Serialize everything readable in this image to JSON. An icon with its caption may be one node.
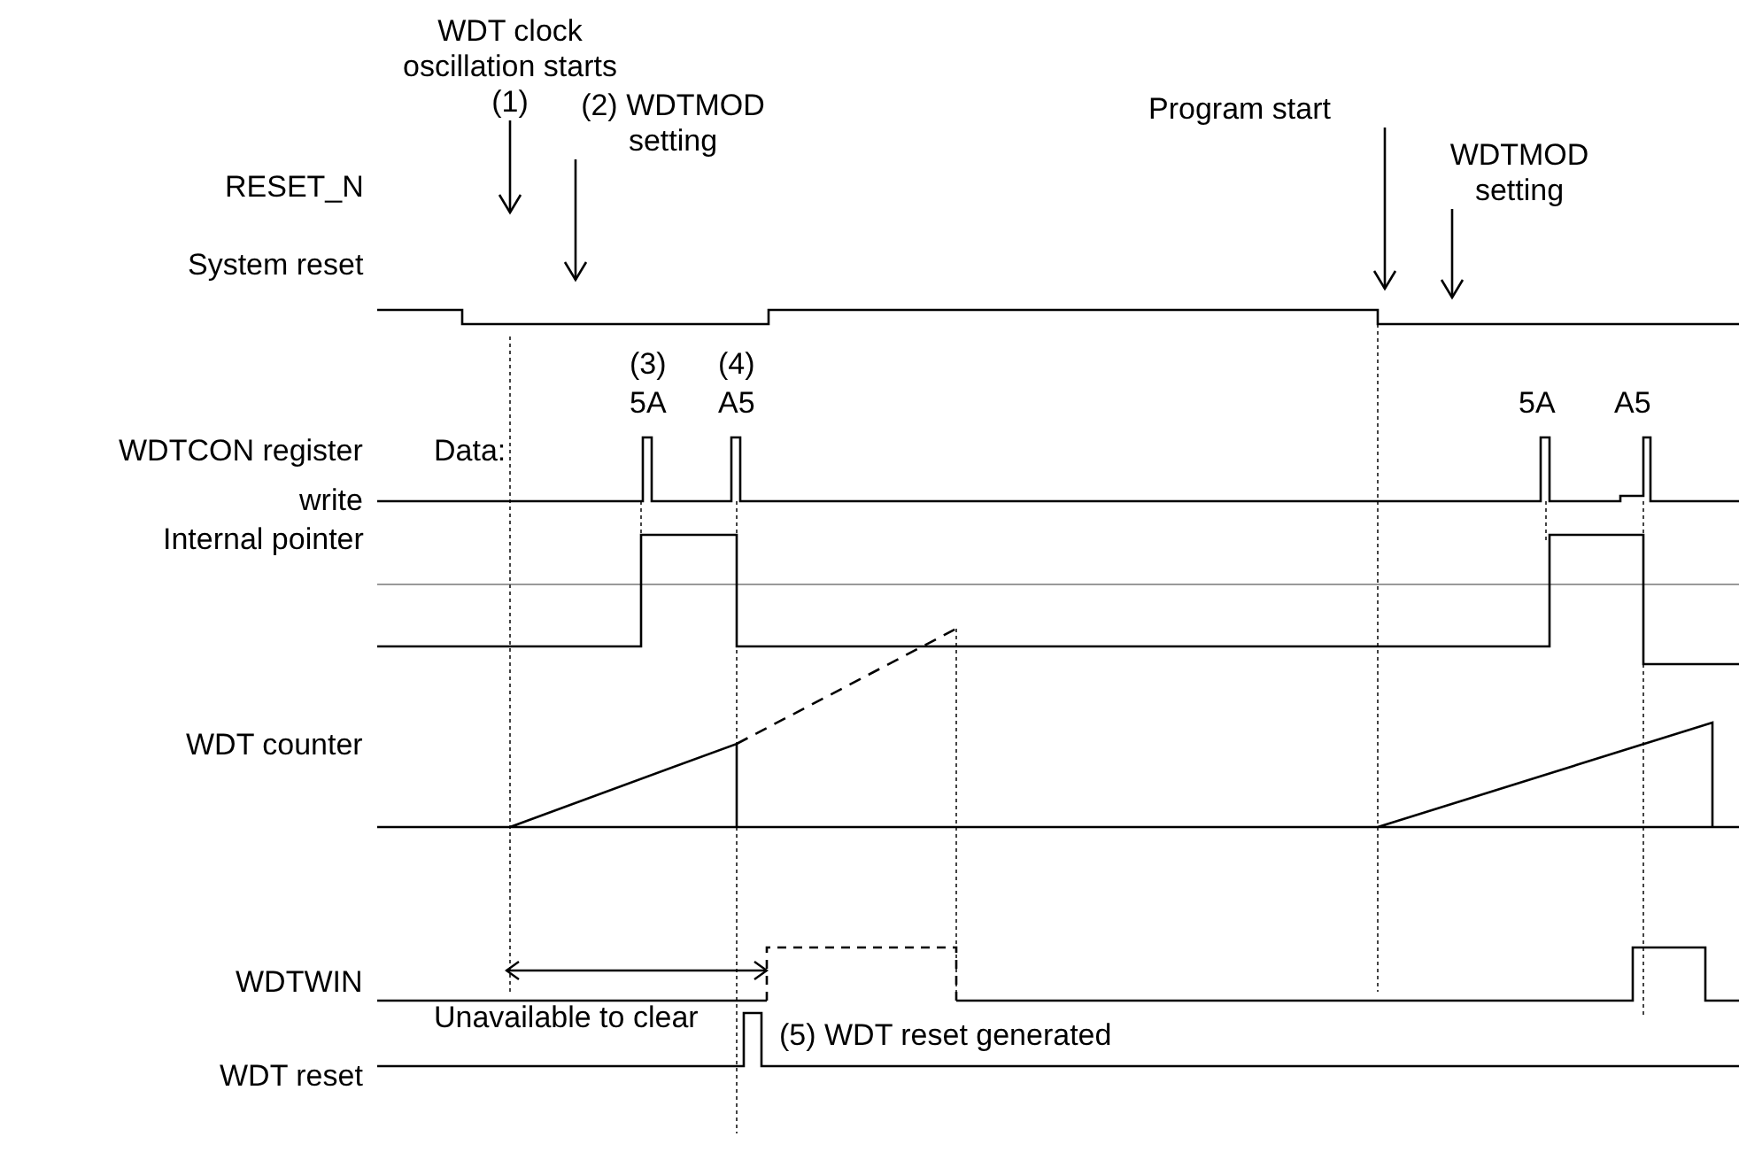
{
  "diagram": {
    "nodes": [
      {
        "text": [
          "WDT clock oscillation starts",
          "(1)"
        ]
      },
      {
        "text": [
          "(2) WDTMOD setting"
        ]
      },
      {
        "text": [
          "Program start"
        ]
      },
      {
        "text": [
          "WDTMOD setting"
        ]
      }
    ],
    "edges": [
      {
        "from": 0,
        "to": null,
        "arrow": "to"
      },
      {
        "from": 1,
        "to": null,
        "arrow": "to"
      },
      {
        "from": 2,
        "to": null,
        "arrow": "to"
      },
      {
        "from": 3,
        "to": null,
        "arrow": "to"
      }
    ],
    "labels": [
      "RESET_N",
      "System reset",
      "Data:",
      "(3)",
      "5A",
      "(4)",
      "A5",
      "5A",
      "A5",
      "WDTCON register",
      "write",
      "Internal pointer",
      "WDT counter",
      "WDTWIN",
      "Unavailable to clear",
      "(5) WDT reset generated",
      "WDT reset"
    ]
  }
}
